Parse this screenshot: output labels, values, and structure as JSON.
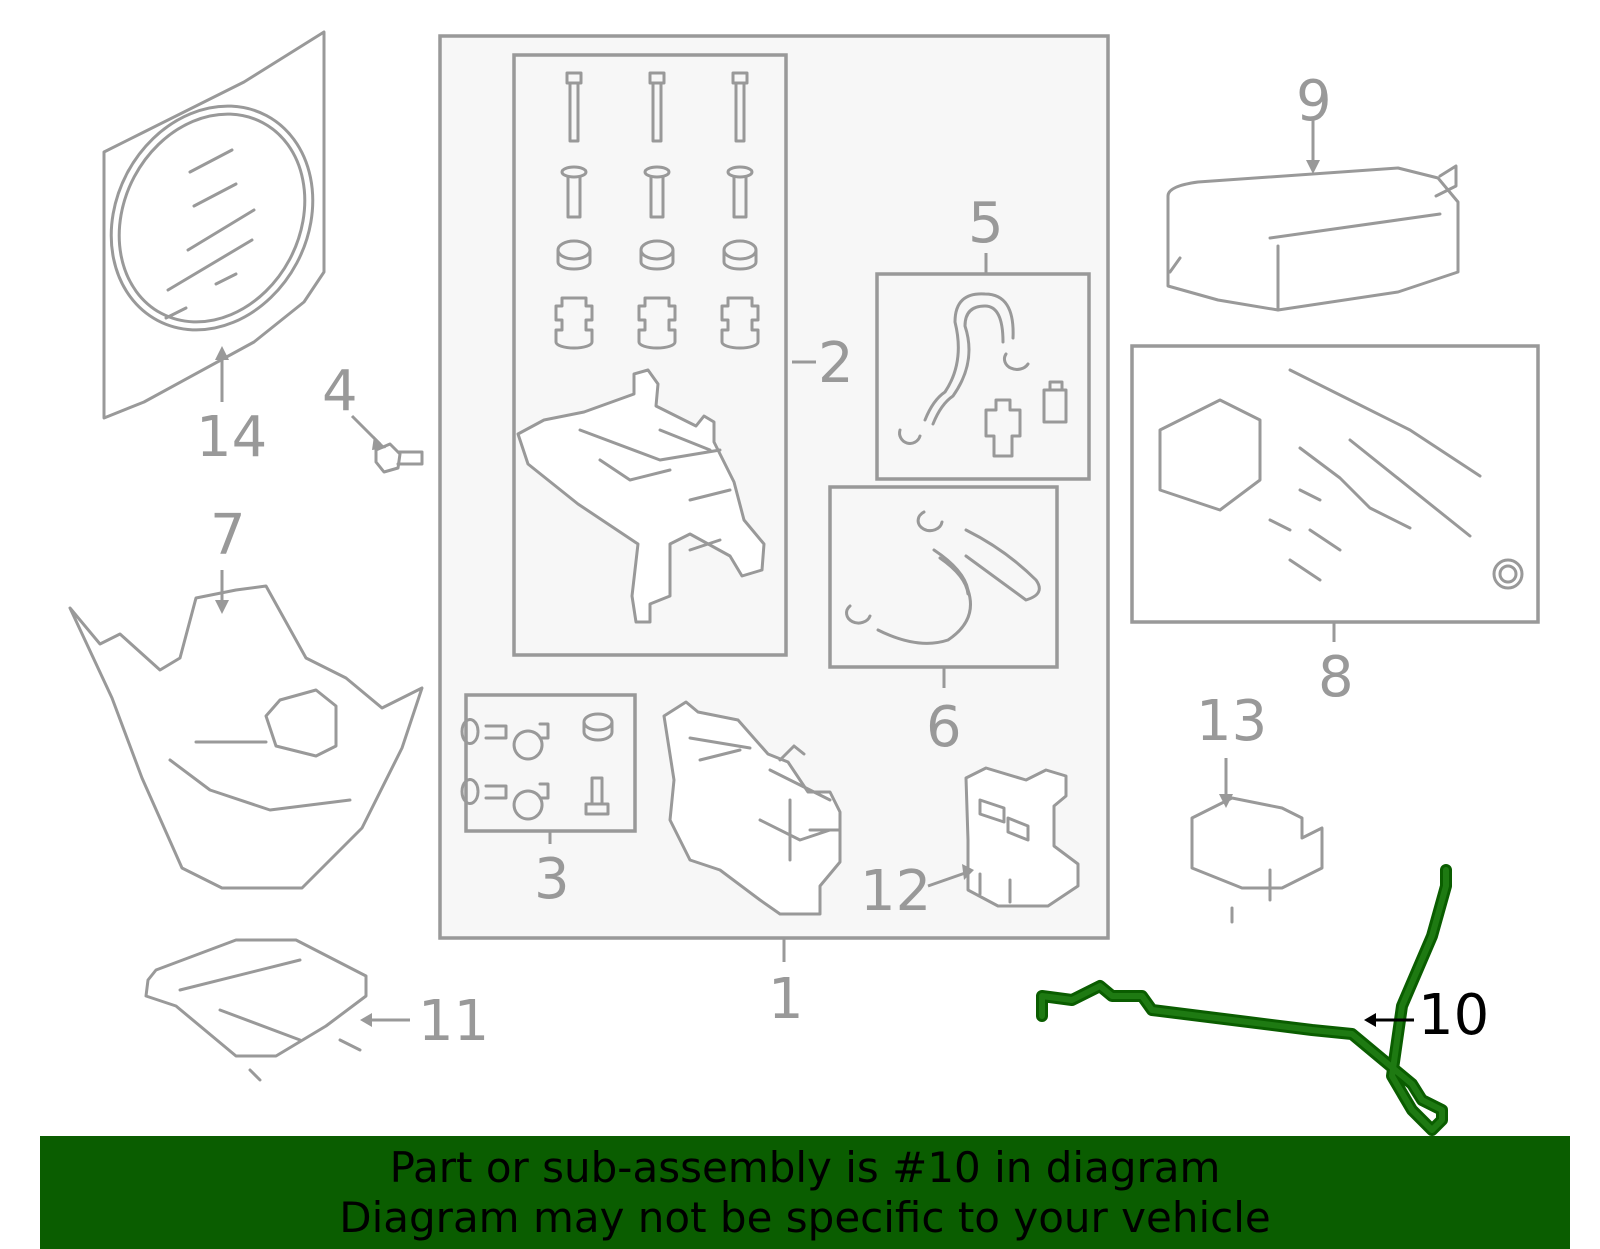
{
  "callouts": {
    "c1": "1",
    "c2": "2",
    "c3": "3",
    "c4": "4",
    "c5": "5",
    "c6": "6",
    "c7": "7",
    "c8": "8",
    "c9": "9",
    "c10": "10",
    "c11": "11",
    "c12": "12",
    "c13": "13",
    "c14": "14"
  },
  "highlighted_part": "10",
  "colors": {
    "outline": "#999999",
    "highlight": "#0a5d00",
    "banner": "#0a5d00",
    "text": "#000000"
  },
  "banner": {
    "line1": "Part or sub-assembly is #10 in diagram",
    "line2": "Diagram may not be specific to your vehicle"
  }
}
